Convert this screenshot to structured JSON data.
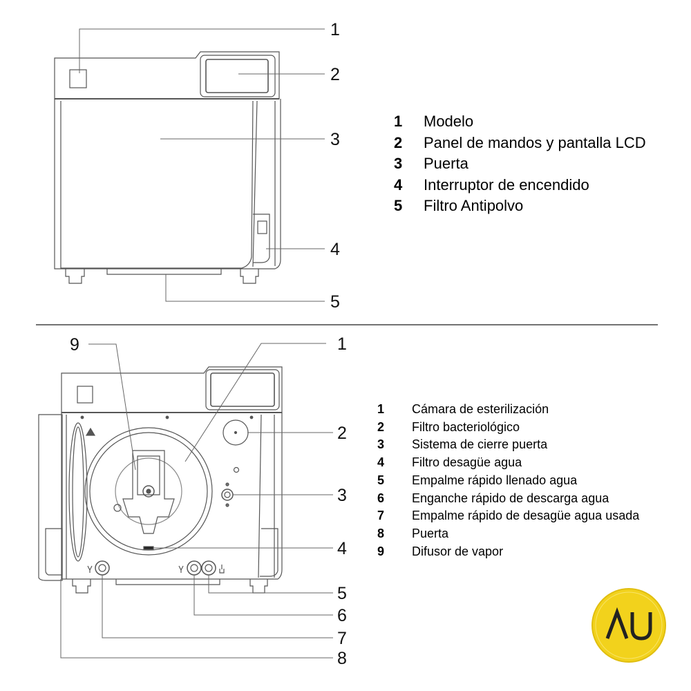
{
  "callouts_top": [
    "1",
    "2",
    "3",
    "4",
    "5"
  ],
  "callouts_bottom": [
    "9",
    "1",
    "2",
    "3",
    "4",
    "5",
    "6",
    "7",
    "8"
  ],
  "legend_top": [
    {
      "num": "1",
      "text": "Modelo"
    },
    {
      "num": "2",
      "text": "Panel de mandos y pantalla LCD"
    },
    {
      "num": "3",
      "text": "Puerta"
    },
    {
      "num": "4",
      "text": "Interruptor de encendido"
    },
    {
      "num": "5",
      "text": "Filtro Antipolvo"
    }
  ],
  "legend_bottom": [
    {
      "num": "1",
      "text": "Cámara de esterilización"
    },
    {
      "num": "2",
      "text": "Filtro bacteriológico"
    },
    {
      "num": "3",
      "text": "Sistema de cierre puerta"
    },
    {
      "num": "4",
      "text": "Filtro desagüe agua"
    },
    {
      "num": "5",
      "text": "Empalme rápido llenado agua"
    },
    {
      "num": "6",
      "text": "Enganche rápido de descarga agua"
    },
    {
      "num": "7",
      "text": "Empalme rápido de desagüe agua usada"
    },
    {
      "num": "8",
      "text": "Puerta"
    },
    {
      "num": "9",
      "text": "Difusor de vapor"
    }
  ],
  "brand": {
    "logo_text": "AU",
    "badge_color": "#F2D21C",
    "icon": "au-logo-badge"
  },
  "colors": {
    "drawing_line": "#555555",
    "divider": "#444444",
    "callout_line": "#666666"
  }
}
